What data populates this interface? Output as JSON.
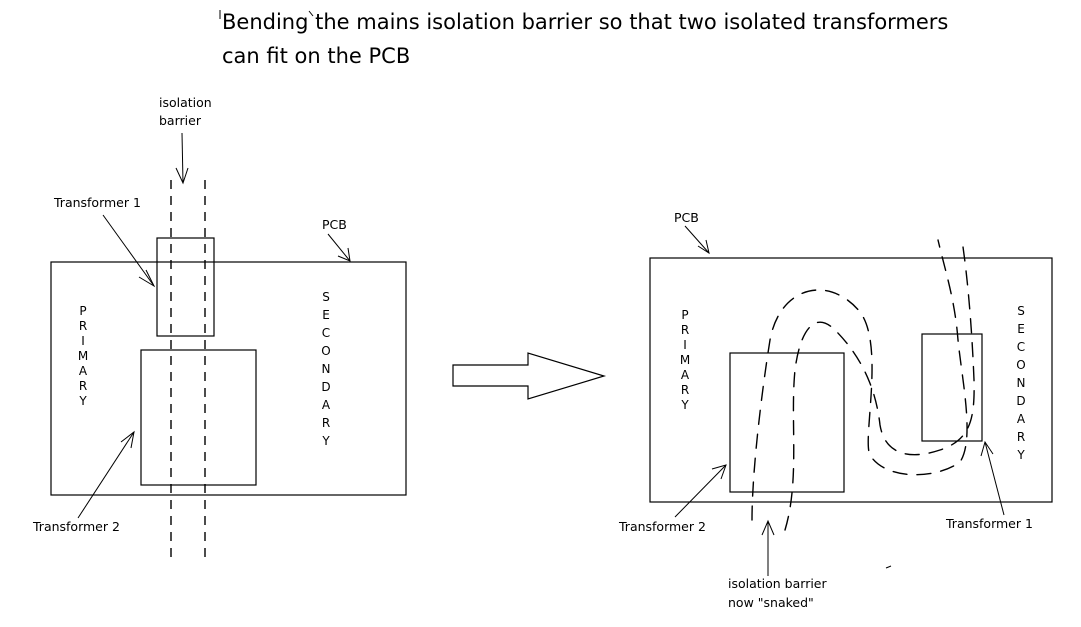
{
  "title": {
    "line1": "Bending the mains isolation barrier so that two isolated transformers",
    "line2": "can fit   on the PCB"
  },
  "left": {
    "isolation_label": [
      "isolation",
      "barrier"
    ],
    "transformer1_label": "Transformer 1",
    "transformer2_label": "Transformer 2",
    "pcb_label": "PCB",
    "primary_label": "PRIMARY",
    "secondary_label": "SECONDARY"
  },
  "right": {
    "pcb_label": "PCB",
    "primary_label": "PRIMARY",
    "secondary_label": "SECONDARY",
    "transformer2_label": "Transformer 2",
    "transformer1_label": "Transformer 1",
    "barrier_label": [
      "isolation barrier",
      "now \"snaked\""
    ]
  },
  "icons": {
    "transition": "right-arrow-icon"
  }
}
